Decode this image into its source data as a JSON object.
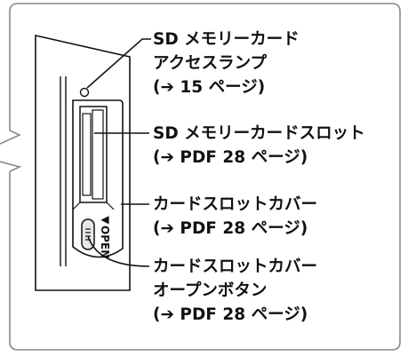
{
  "callouts": {
    "lamp": {
      "line1": "SD メモリーカード",
      "line2": "アクセスランプ",
      "line3": "(➔ 15 ページ)"
    },
    "slot": {
      "line1": "SD メモリーカードスロット",
      "line2": "(➔ PDF 28 ページ)"
    },
    "cover": {
      "line1": "カードスロットカバー",
      "line2": "(➔ PDF 28 ページ)"
    },
    "open_button": {
      "line1": "カードスロットカバー",
      "line2": "オープンボタン",
      "line3": "(➔ PDF 28 ページ)"
    }
  },
  "device": {
    "open_label": "◀OPEN"
  },
  "colors": {
    "frame": "#888888",
    "line": "#111111",
    "panel": "#ffffff",
    "button_fill": "#e8e8e8"
  }
}
